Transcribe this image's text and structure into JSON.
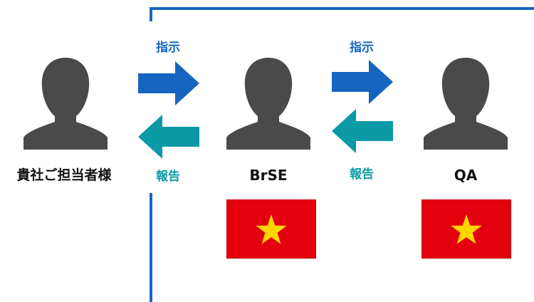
{
  "actors": {
    "client": {
      "name": "貴社ご担当者様"
    },
    "brse": {
      "name": "BrSE"
    },
    "qa": {
      "name": "QA"
    }
  },
  "arrows": {
    "instruction_label": "指示",
    "report_label": "報告"
  },
  "colors": {
    "instruction_arrow": "#1565c0",
    "report_arrow": "#0b9aa6",
    "silhouette": "#4a4a4a",
    "bracket": "#1565c0",
    "flag_red": "#e3000f",
    "flag_star": "#ffd500"
  },
  "icons": {
    "person": "person-silhouette-icon",
    "flag": "vietnam-flag-icon"
  }
}
